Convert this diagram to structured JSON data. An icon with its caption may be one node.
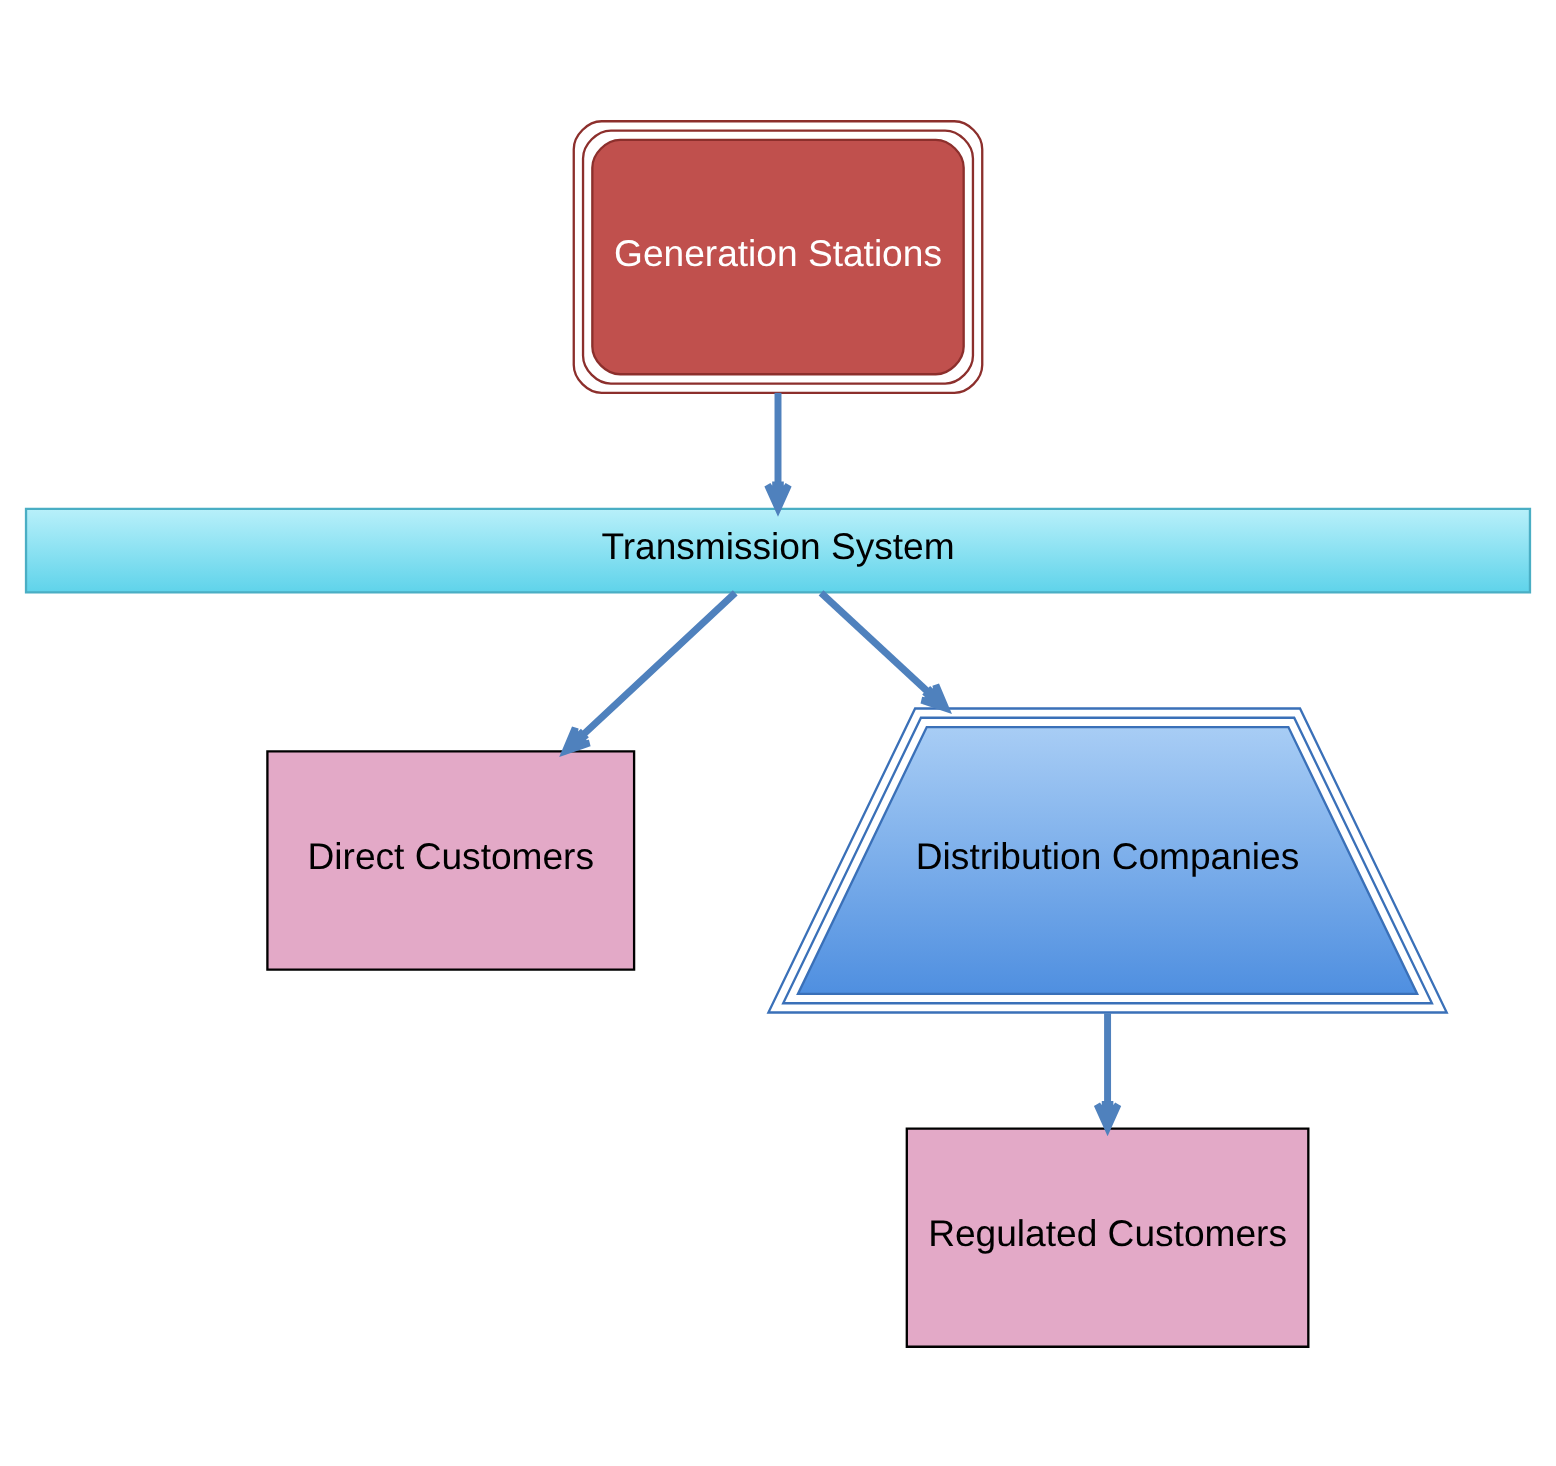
{
  "diagram": {
    "nodes": [
      {
        "text": [
          "Generation Stations"
        ]
      },
      {
        "text": [
          "Transmission System"
        ]
      },
      {
        "text": [
          "Direct Customers"
        ]
      },
      {
        "text": [
          "Distribution Companies"
        ]
      },
      {
        "text": [
          "Regulated Customers"
        ]
      }
    ],
    "edges": [
      {
        "from": 0,
        "to": 1,
        "arrow": "to"
      },
      {
        "from": 1,
        "to": 2,
        "arrow": "to"
      },
      {
        "from": 1,
        "to": 3,
        "arrow": "to"
      },
      {
        "from": 3,
        "to": 4,
        "arrow": "to"
      }
    ]
  }
}
